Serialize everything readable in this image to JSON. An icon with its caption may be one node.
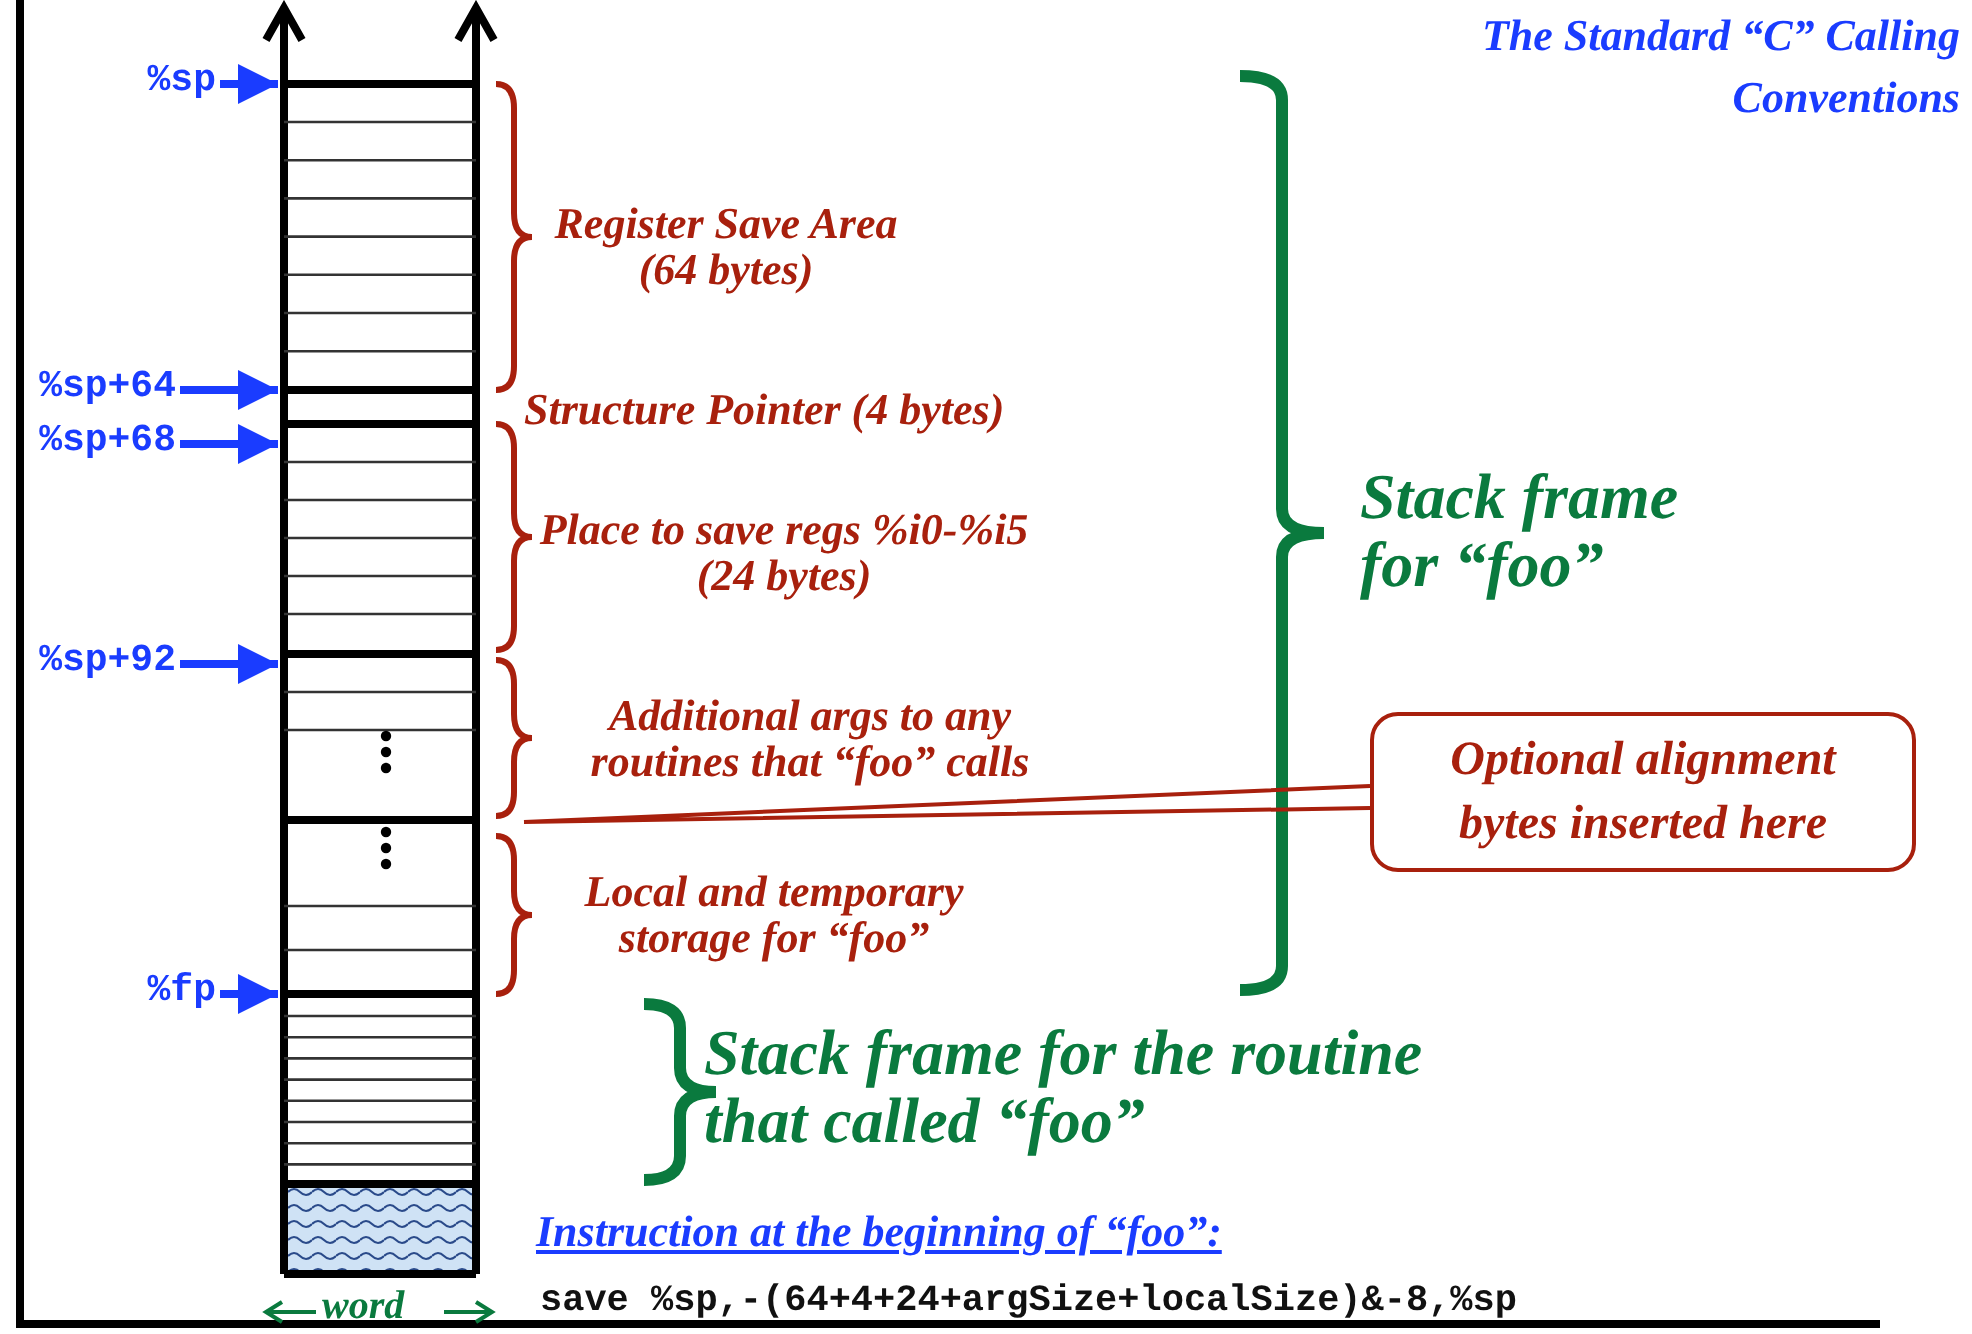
{
  "diagram": {
    "title": "The Standard “C” Calling Conventions",
    "nodes": [
      {
        "text": [
          "%sp"
        ]
      },
      {
        "text": [
          "%sp+64"
        ]
      },
      {
        "text": [
          "%sp+68"
        ]
      },
      {
        "text": [
          "%sp+92"
        ]
      },
      {
        "text": [
          "%fp"
        ]
      },
      {
        "text": [
          "Optional alignment bytes inserted here"
        ]
      }
    ],
    "edges": [
      {
        "from": 0,
        "to": null,
        "arrow": "to"
      },
      {
        "from": 1,
        "to": null,
        "arrow": "to"
      },
      {
        "from": 2,
        "to": null,
        "arrow": "to"
      },
      {
        "from": 3,
        "to": null,
        "arrow": "to"
      },
      {
        "from": 4,
        "to": null,
        "arrow": "to"
      },
      {
        "from": 5,
        "to": null,
        "arrow": "none",
        "color": "#a8200d"
      }
    ],
    "labels": [
      "Register Save Area (64 bytes)",
      "Structure Pointer (4 bytes)",
      "Place to save regs %i0-%i5 (24 bytes)",
      "Additional args to any routines that “foo” calls",
      "Local and temporary storage for “foo”",
      "Stack frame for “foo”",
      "Stack frame for the routine that called “foo”",
      "Instruction at the beginning of “foo”:",
      "save %sp,-(64+4+24+argSize+localSize)&-8,%sp",
      "word"
    ]
  }
}
